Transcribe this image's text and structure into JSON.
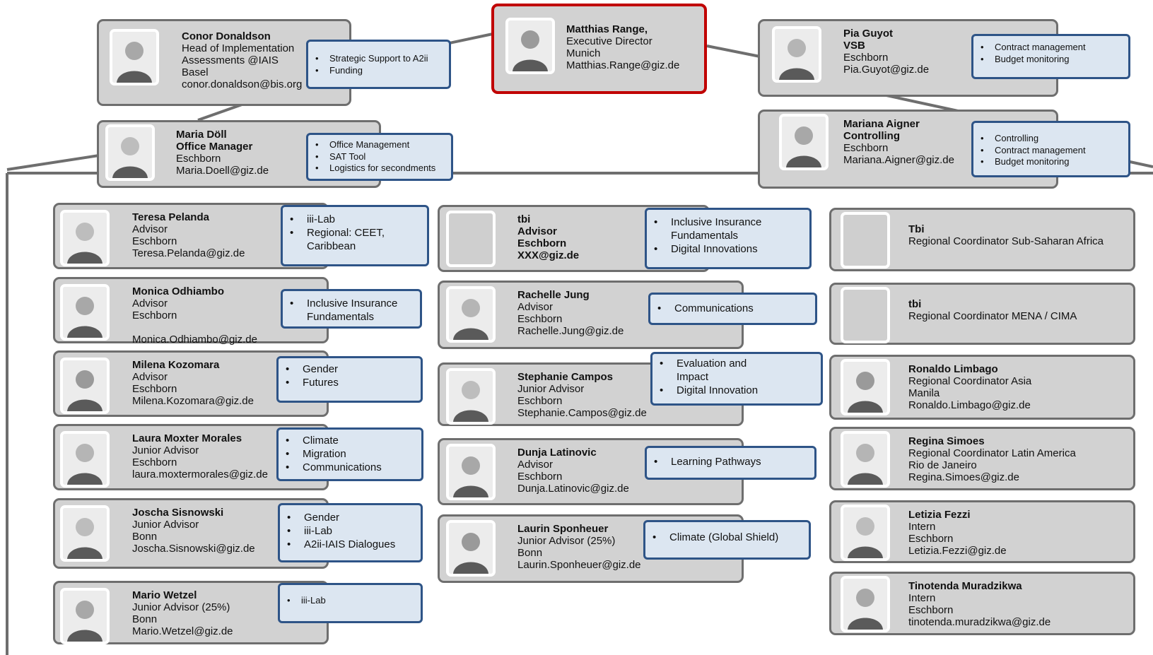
{
  "leadership": {
    "conor": {
      "name": "Conor Donaldson",
      "lines": [
        "Head of Implementation",
        "Assessments @IAIS",
        "Basel",
        "conor.donaldson@bis.org"
      ],
      "tasks": [
        "Strategic Support to A2ii",
        "Funding"
      ]
    },
    "matthias": {
      "name": "Matthias Range,",
      "lines": [
        "Executive Director",
        "Munich",
        "Matthias.Range@giz.de"
      ],
      "tasks": []
    },
    "pia": {
      "name": "Pia Guyot",
      "lines_bold": [
        "VSB"
      ],
      "lines": [
        "Eschborn",
        "Pia.Guyot@giz.de"
      ],
      "tasks": [
        "Contract management",
        "Budget monitoring"
      ]
    },
    "maria": {
      "name": "Maria Döll",
      "lines_bold": [
        "Office Manager"
      ],
      "lines": [
        "Eschborn",
        "Maria.Doell@giz.de"
      ],
      "tasks": [
        "Office Management",
        "SAT Tool",
        "Logistics for secondments"
      ]
    },
    "mariana": {
      "name": "Mariana Aigner",
      "lines_bold": [
        "Controlling"
      ],
      "lines": [
        "Eschborn",
        "Mariana.Aigner@giz.de"
      ],
      "tasks": [
        "Controlling",
        "Contract management",
        "Budget monitoring"
      ]
    }
  },
  "left_column": [
    {
      "name": "Teresa Pelanda",
      "lines": [
        "Advisor",
        "Eschborn",
        "Teresa.Pelanda@giz.de"
      ],
      "tasks": [
        "iii-Lab",
        "Regional: CEET,\nCaribbean"
      ]
    },
    {
      "name": "Monica Odhiambo",
      "lines": [
        "Advisor",
        "Eschborn",
        "",
        "Monica.Odhiambo@giz.de"
      ],
      "tasks": [
        "Inclusive Insurance\nFundamentals"
      ]
    },
    {
      "name": "Milena Kozomara",
      "lines": [
        "Advisor",
        "Eschborn",
        "Milena.Kozomara@giz.de"
      ],
      "tasks": [
        "Gender",
        "Futures"
      ]
    },
    {
      "name": "Laura Moxter Morales",
      "lines": [
        "Junior Advisor",
        "Eschborn",
        "laura.moxtermorales@giz.de"
      ],
      "tasks": [
        "Climate",
        "Migration",
        "Communications"
      ]
    },
    {
      "name": "Joscha Sisnowski",
      "lines": [
        "Junior Advisor",
        "Bonn",
        "Joscha.Sisnowski@giz.de"
      ],
      "tasks": [
        "Gender",
        "iii-Lab",
        "A2ii-IAIS Dialogues"
      ]
    },
    {
      "name": "Mario Wetzel",
      "lines": [
        "Junior Advisor (25%)",
        "Bonn",
        "Mario.Wetzel@giz.de"
      ],
      "tasks": [
        "iii-Lab"
      ]
    }
  ],
  "middle_column": [
    {
      "name": "tbi",
      "lines_bold": [
        "Advisor",
        "Eschborn",
        "XXX@giz.de"
      ],
      "lines": [],
      "tasks": [
        "Inclusive Insurance\nFundamentals",
        "Digital Innovations"
      ]
    },
    {
      "name": "Rachelle Jung",
      "lines": [
        "Advisor",
        "Eschborn",
        "Rachelle.Jung@giz.de"
      ],
      "tasks": [
        "Communications"
      ]
    },
    {
      "name": "Stephanie Campos",
      "lines": [
        "Junior Advisor",
        "Eschborn",
        "Stephanie.Campos@giz.de"
      ],
      "tasks": [
        "Evaluation and\nImpact",
        "Digital Innovation"
      ]
    },
    {
      "name": "Dunja Latinovic",
      "lines": [
        "Advisor",
        "Eschborn",
        "Dunja.Latinovic@giz.de"
      ],
      "tasks": [
        "Learning Pathways"
      ]
    },
    {
      "name": "Laurin Sponheuer",
      "lines": [
        "Junior Advisor (25%)",
        "Bonn",
        "Laurin.Sponheuer@giz.de"
      ],
      "tasks": [
        "Climate (Global Shield)"
      ]
    }
  ],
  "right_column": [
    {
      "name": "Tbi",
      "lines": [
        "Regional Coordinator Sub-Saharan Africa"
      ]
    },
    {
      "name": "tbi",
      "lines": [
        "Regional Coordinator MENA / CIMA"
      ]
    },
    {
      "name": "Ronaldo Limbago",
      "lines": [
        "Regional Coordinator Asia",
        "Manila",
        "Ronaldo.Limbago@giz.de"
      ]
    },
    {
      "name": "Regina Simoes",
      "lines": [
        "Regional Coordinator Latin America",
        "Rio de Janeiro",
        "Regina.Simoes@giz.de"
      ]
    },
    {
      "name": "Letizia Fezzi",
      "lines": [
        "Intern",
        "Eschborn",
        "Letizia.Fezzi@giz.de"
      ]
    },
    {
      "name": "Tinotenda Muradzikwa",
      "lines": [
        "Intern",
        "Eschborn",
        "tinotenda.muradzikwa@giz.de"
      ]
    }
  ],
  "colors": {
    "card_bg": "#d2d2d2",
    "card_border": "#6e6e6e",
    "exec_border": "#c00000",
    "task_bg": "#dce6f1",
    "task_border": "#2e5487"
  }
}
